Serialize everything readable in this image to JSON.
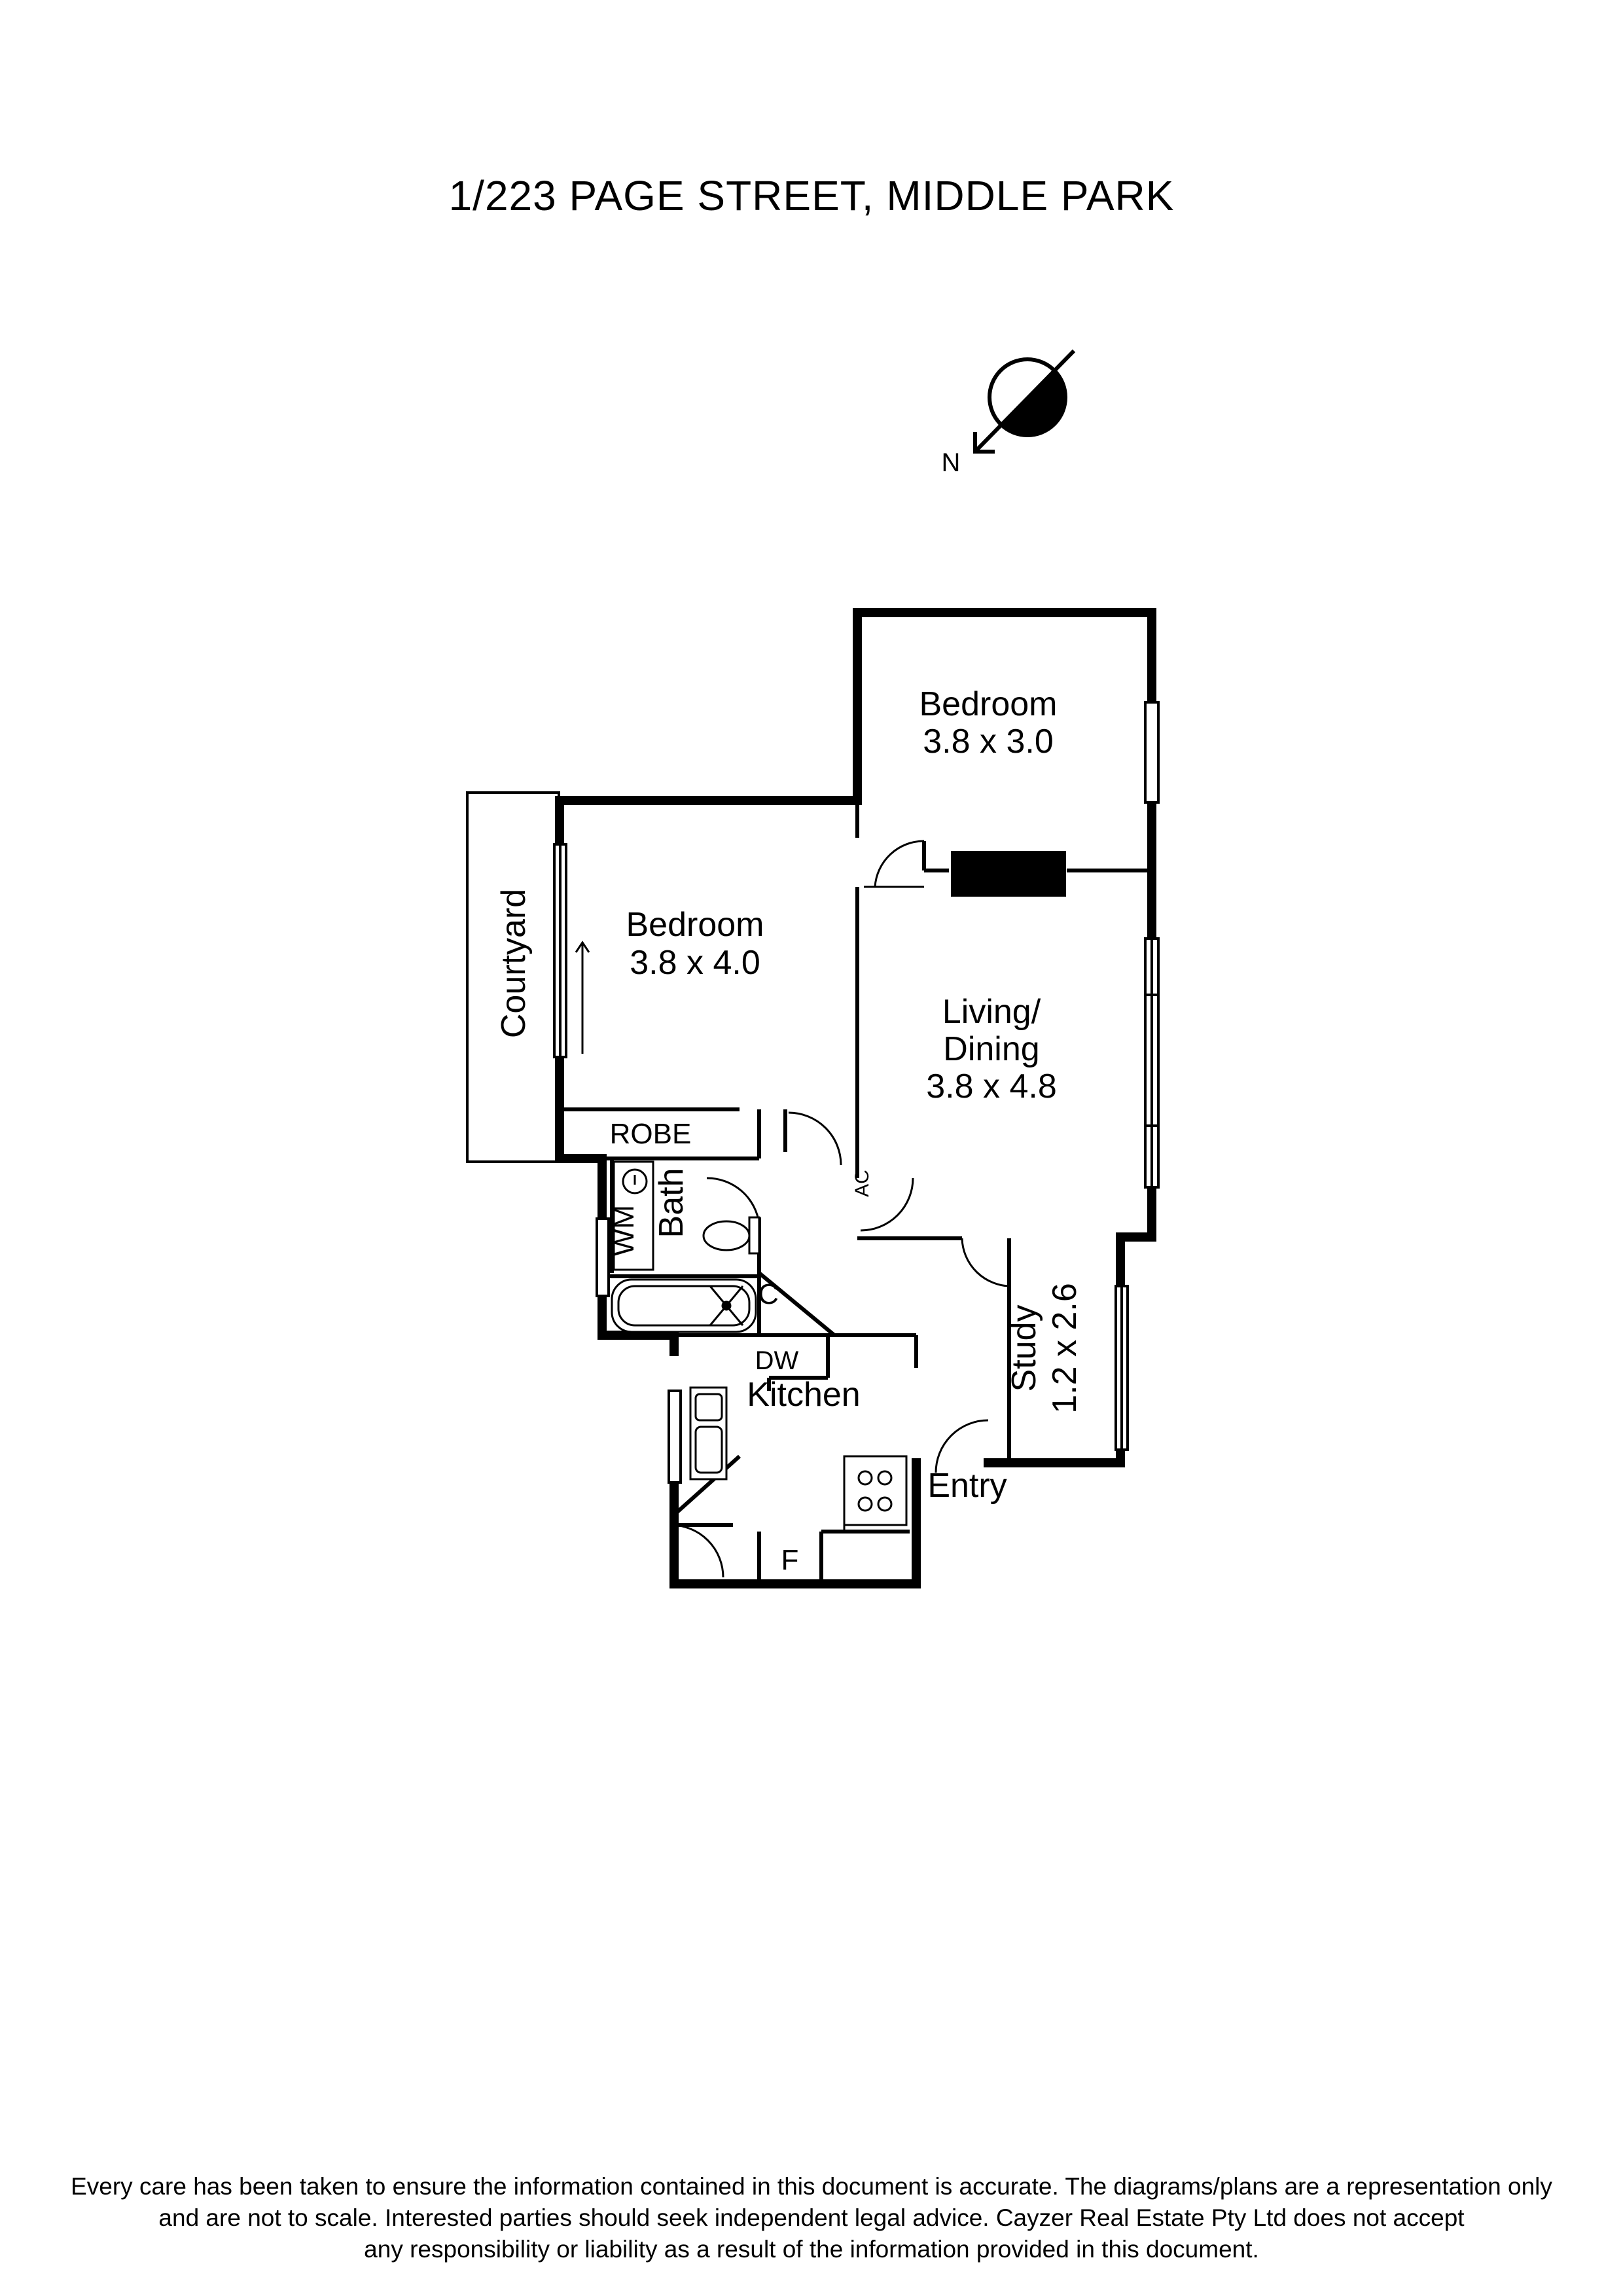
{
  "title": "1/223 PAGE STREET, MIDDLE PARK",
  "compass": {
    "label": "N"
  },
  "rooms": {
    "bedroom1": {
      "name": "Bedroom",
      "size": "3.8 x 3.0"
    },
    "bedroom2": {
      "name": "Bedroom",
      "size": "3.8 x 4.0"
    },
    "living": {
      "name_line1": "Living/",
      "name_line2": "Dining",
      "size": "3.8 x 4.8"
    },
    "courtyard": {
      "name": "Courtyard"
    },
    "robe": {
      "name": "ROBE"
    },
    "bath": {
      "name": "Bath"
    },
    "wm": {
      "name": "WM"
    },
    "cupboard": {
      "name": "C"
    },
    "ac": {
      "name": "AC"
    },
    "study": {
      "name": "Study",
      "size": "1.2 x 2.6"
    },
    "kitchen": {
      "name": "Kitchen"
    },
    "dw": {
      "name": "DW"
    },
    "fridge": {
      "name": "F"
    },
    "entry": {
      "name": "Entry"
    }
  },
  "disclaimer": {
    "line1": "Every care has been taken to ensure the information contained in this document is accurate. The diagrams/plans are a representation only",
    "line2": "and are not to scale. Interested parties should seek independent legal advice. Cayzer Real Estate Pty Ltd does not accept",
    "line3": "any responsibility or liability as a result of the information provided in this document."
  }
}
